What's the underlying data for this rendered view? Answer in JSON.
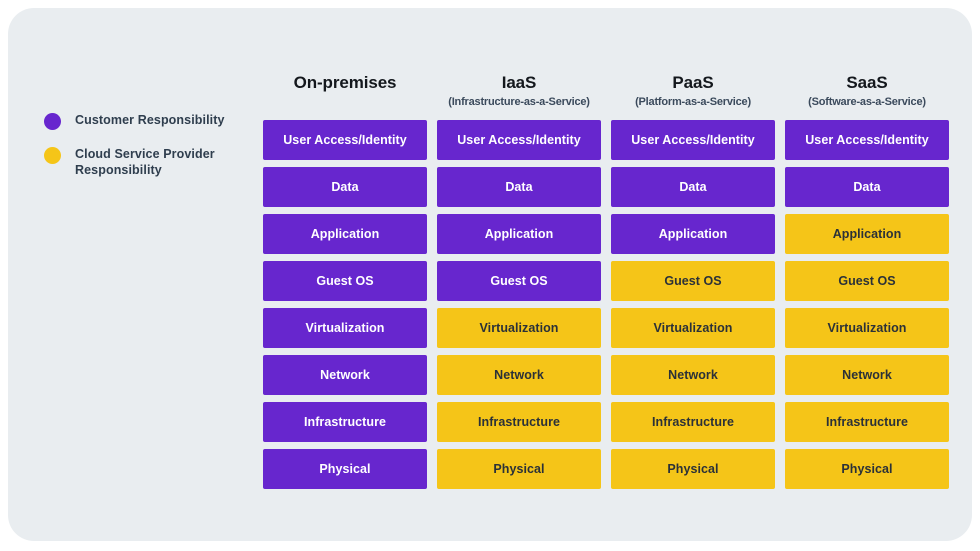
{
  "legend": {
    "items": [
      {
        "label": "Customer Responsibility",
        "color": "#6726ce",
        "key": "customer"
      },
      {
        "label": "Cloud Service Provider Responsibility",
        "color": "#f5c518",
        "key": "provider"
      }
    ]
  },
  "palette": {
    "customer": "#6726ce",
    "provider": "#f5c518",
    "card_background": "#e9edf0",
    "page_background": "#ffffff",
    "customer_text": "#ffffff",
    "provider_text": "#2b3138",
    "heading_text": "#14181d",
    "subheading_text": "#3b4a5c"
  },
  "layers": [
    "User Access/Identity",
    "Data",
    "Application",
    "Guest OS",
    "Virtualization",
    "Network",
    "Infrastructure",
    "Physical"
  ],
  "columns": [
    {
      "title": "On-premises",
      "subtitle": "",
      "cells": [
        {
          "label": "User Access/Identity",
          "owner": "customer"
        },
        {
          "label": "Data",
          "owner": "customer"
        },
        {
          "label": "Application",
          "owner": "customer"
        },
        {
          "label": "Guest OS",
          "owner": "customer"
        },
        {
          "label": "Virtualization",
          "owner": "customer"
        },
        {
          "label": "Network",
          "owner": "customer"
        },
        {
          "label": "Infrastructure",
          "owner": "customer"
        },
        {
          "label": "Physical",
          "owner": "customer"
        }
      ]
    },
    {
      "title": "IaaS",
      "subtitle": "(Infrastructure-as-a-Service)",
      "cells": [
        {
          "label": "User Access/Identity",
          "owner": "customer"
        },
        {
          "label": "Data",
          "owner": "customer"
        },
        {
          "label": "Application",
          "owner": "customer"
        },
        {
          "label": "Guest OS",
          "owner": "customer"
        },
        {
          "label": "Virtualization",
          "owner": "provider"
        },
        {
          "label": "Network",
          "owner": "provider"
        },
        {
          "label": "Infrastructure",
          "owner": "provider"
        },
        {
          "label": "Physical",
          "owner": "provider"
        }
      ]
    },
    {
      "title": "PaaS",
      "subtitle": "(Platform-as-a-Service)",
      "cells": [
        {
          "label": "User Access/Identity",
          "owner": "customer"
        },
        {
          "label": "Data",
          "owner": "customer"
        },
        {
          "label": "Application",
          "owner": "customer"
        },
        {
          "label": "Guest OS",
          "owner": "provider"
        },
        {
          "label": "Virtualization",
          "owner": "provider"
        },
        {
          "label": "Network",
          "owner": "provider"
        },
        {
          "label": "Infrastructure",
          "owner": "provider"
        },
        {
          "label": "Physical",
          "owner": "provider"
        }
      ]
    },
    {
      "title": "SaaS",
      "subtitle": "(Software-as-a-Service)",
      "cells": [
        {
          "label": "User Access/Identity",
          "owner": "customer"
        },
        {
          "label": "Data",
          "owner": "customer"
        },
        {
          "label": "Application",
          "owner": "provider"
        },
        {
          "label": "Guest OS",
          "owner": "provider"
        },
        {
          "label": "Virtualization",
          "owner": "provider"
        },
        {
          "label": "Network",
          "owner": "provider"
        },
        {
          "label": "Infrastructure",
          "owner": "provider"
        },
        {
          "label": "Physical",
          "owner": "provider"
        }
      ]
    }
  ]
}
